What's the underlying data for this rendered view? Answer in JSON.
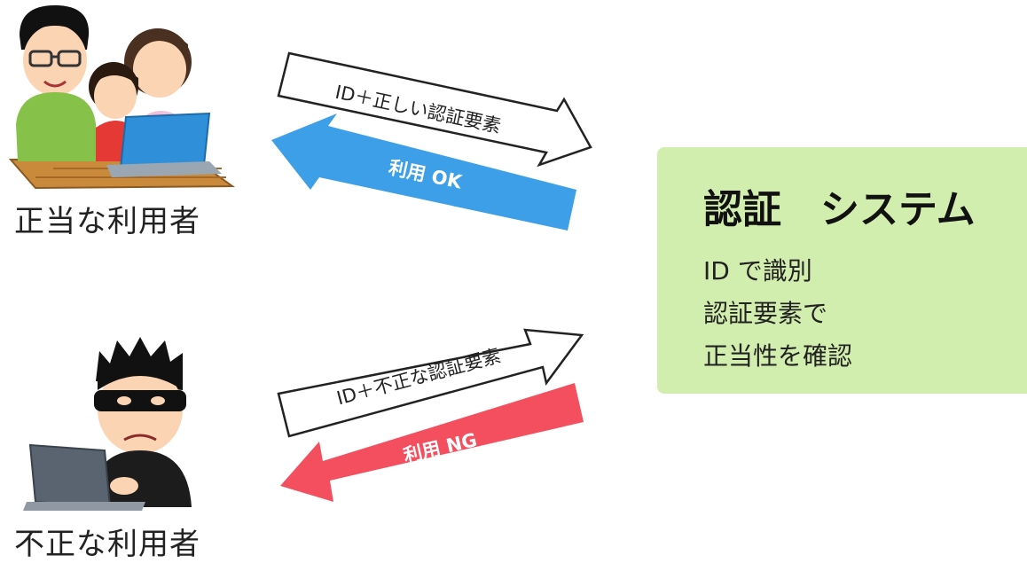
{
  "users": {
    "legit_label": "正当な利用者",
    "fraud_label": "不正な利用者"
  },
  "arrows": {
    "legit_request": "ID＋正しい認証要素",
    "legit_response": "利用 OK",
    "fraud_request": "ID＋不正な認証要素",
    "fraud_response": "利用 NG"
  },
  "auth_system": {
    "title": "認証　システム",
    "lines": [
      "ID で識別",
      "認証要素で",
      "正当性を確認"
    ]
  },
  "colors": {
    "ok_arrow": "#3d9fe8",
    "ng_arrow": "#f34f5e",
    "auth_box": "#d2eeaf"
  }
}
